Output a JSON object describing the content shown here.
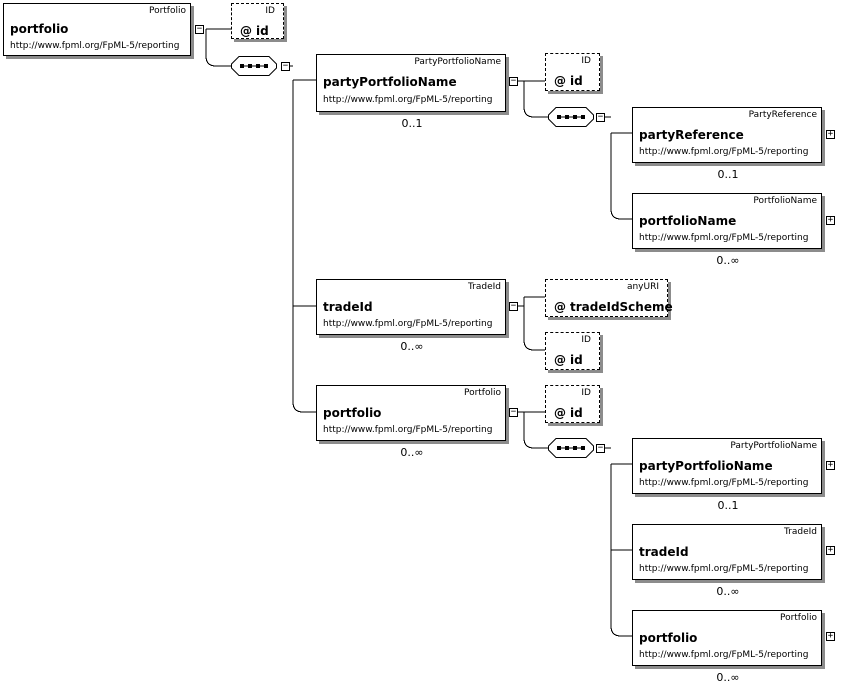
{
  "namespace": "http://www.fpml.org/FpML-5/reporting",
  "root": {
    "name": "portfolio",
    "type": "Portfolio"
  },
  "root_attr": {
    "name": "id",
    "type": "ID"
  },
  "children": {
    "party_portfolio_name": {
      "name": "partyPortfolioName",
      "type": "PartyPortfolioName",
      "cardinality": "0..1"
    },
    "trade_id": {
      "name": "tradeId",
      "type": "TradeId",
      "cardinality": "0..∞"
    },
    "portfolio": {
      "name": "portfolio",
      "type": "Portfolio",
      "cardinality": "0..∞"
    }
  },
  "ppn_attr": {
    "name": "id",
    "type": "ID"
  },
  "ppn_children": {
    "party_reference": {
      "name": "partyReference",
      "type": "PartyReference",
      "cardinality": "0..1"
    },
    "portfolio_name": {
      "name": "portfolioName",
      "type": "PortfolioName",
      "cardinality": "0..∞"
    }
  },
  "trade_attrs": {
    "scheme": {
      "name": "tradeIdScheme",
      "type": "anyURI"
    },
    "id": {
      "name": "id",
      "type": "ID"
    }
  },
  "portfolio_attr": {
    "name": "id",
    "type": "ID"
  },
  "portfolio_children": {
    "party_portfolio_name": {
      "name": "partyPortfolioName",
      "type": "PartyPortfolioName",
      "cardinality": "0..1"
    },
    "trade_id": {
      "name": "tradeId",
      "type": "TradeId",
      "cardinality": "0..∞"
    },
    "portfolio": {
      "name": "portfolio",
      "type": "Portfolio",
      "cardinality": "0..∞"
    }
  },
  "symbols": {
    "attribute_marker": "@",
    "collapse": "−",
    "expand": "+"
  }
}
